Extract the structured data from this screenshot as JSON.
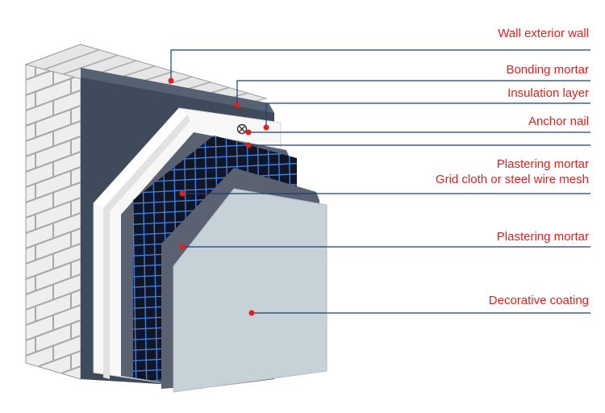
{
  "colors": {
    "label_text": "#e0201c",
    "leader_line": "#1c3f73",
    "marker": "#e0201c",
    "brick_face": "#eeeeee",
    "mortar_joint": "#a8a8a8",
    "base_board": "#3f4a5a",
    "insulation": "#f7f7f7",
    "mesh_background": "#101626",
    "mesh_lines": "#3f7fe0",
    "plaster": "#5a6170",
    "coating": "#c6d2d8"
  },
  "icons": {
    "anchor": "anchor-nail-icon"
  },
  "labels": [
    {
      "id": "wall",
      "text": "Wall  exterior wall"
    },
    {
      "id": "bonding",
      "text": "Bonding mortar"
    },
    {
      "id": "insulation",
      "text": "Insulation layer"
    },
    {
      "id": "anchor",
      "text": "Anchor nail"
    },
    {
      "id": "plaster1",
      "text": "Plastering mortar"
    },
    {
      "id": "mesh",
      "text": "Grid cloth or steel wire mesh"
    },
    {
      "id": "plaster2",
      "text": "Plastering mortar"
    },
    {
      "id": "coating",
      "text": "Decorative coating"
    }
  ]
}
